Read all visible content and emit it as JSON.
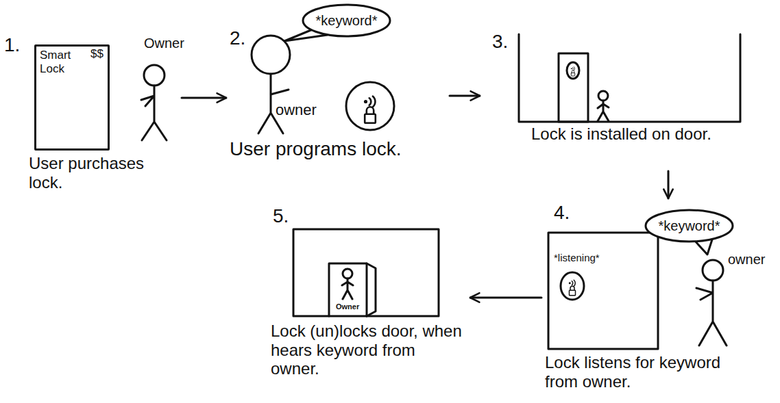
{
  "diagram": {
    "nodes": [
      {
        "text": [
          "1.",
          "User purchases lock."
        ]
      },
      {
        "text": [
          "Smart Lock",
          "$$"
        ],
        "in": 0
      },
      {
        "text": [
          "2.",
          "User programs lock."
        ]
      },
      {
        "text": [
          "*keyword*"
        ],
        "in": 2
      },
      {
        "text": [
          "3.",
          "Lock is installed on door."
        ]
      },
      {
        "text": [
          "4.",
          "Lock listens for keyword from owner."
        ]
      },
      {
        "text": [
          "*keyword*"
        ],
        "in": 5
      },
      {
        "text": [
          "5.",
          "Lock (un)locks door, when hears keyword from owner."
        ]
      }
    ],
    "edges": [
      {
        "from": 0,
        "to": 2,
        "arrow": "to"
      },
      {
        "from": 2,
        "to": 4,
        "arrow": "to"
      },
      {
        "from": 4,
        "to": 5,
        "arrow": "to"
      },
      {
        "from": 5,
        "to": 7,
        "arrow": "to"
      }
    ],
    "labels": [
      "Owner",
      "owner",
      "*listening*",
      "owner",
      "Owner"
    ]
  }
}
